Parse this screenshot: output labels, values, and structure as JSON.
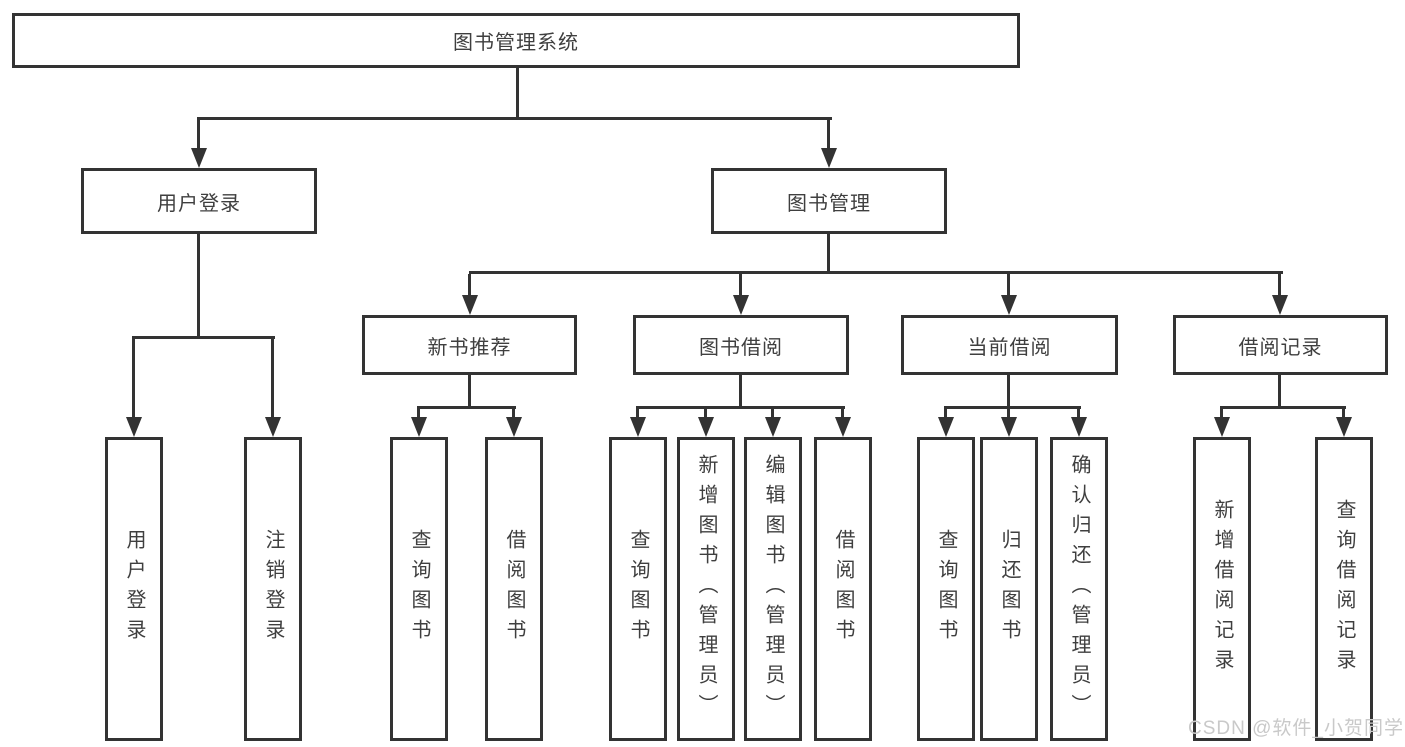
{
  "title": "图书管理系统",
  "colors": {
    "line": "#333333",
    "text": "#3f3f3f",
    "background": "#ffffff",
    "watermark": "#c9c9c9"
  },
  "watermark": {
    "text": "CSDN @软件_小贺同学"
  },
  "nodes": {
    "root": {
      "label": "图书管理系统"
    },
    "branches": [
      {
        "label": "用户登录",
        "children": [
          {
            "label": "用户登录"
          },
          {
            "label": "注销登录"
          }
        ]
      },
      {
        "label": "图书管理",
        "children": [
          {
            "label": "新书推荐",
            "children": [
              {
                "label": "查询图书"
              },
              {
                "label": "借阅图书"
              }
            ]
          },
          {
            "label": "图书借阅",
            "children": [
              {
                "label": "查询图书"
              },
              {
                "label": "新增图书（管理员）"
              },
              {
                "label": "编辑图书（管理员）"
              },
              {
                "label": "借阅图书"
              }
            ]
          },
          {
            "label": "当前借阅",
            "children": [
              {
                "label": "查询图书"
              },
              {
                "label": "归还图书"
              },
              {
                "label": "确认归还（管理员）"
              }
            ]
          },
          {
            "label": "借阅记录",
            "children": [
              {
                "label": "新增借阅记录"
              },
              {
                "label": "查询借阅记录"
              }
            ]
          }
        ]
      }
    ]
  }
}
